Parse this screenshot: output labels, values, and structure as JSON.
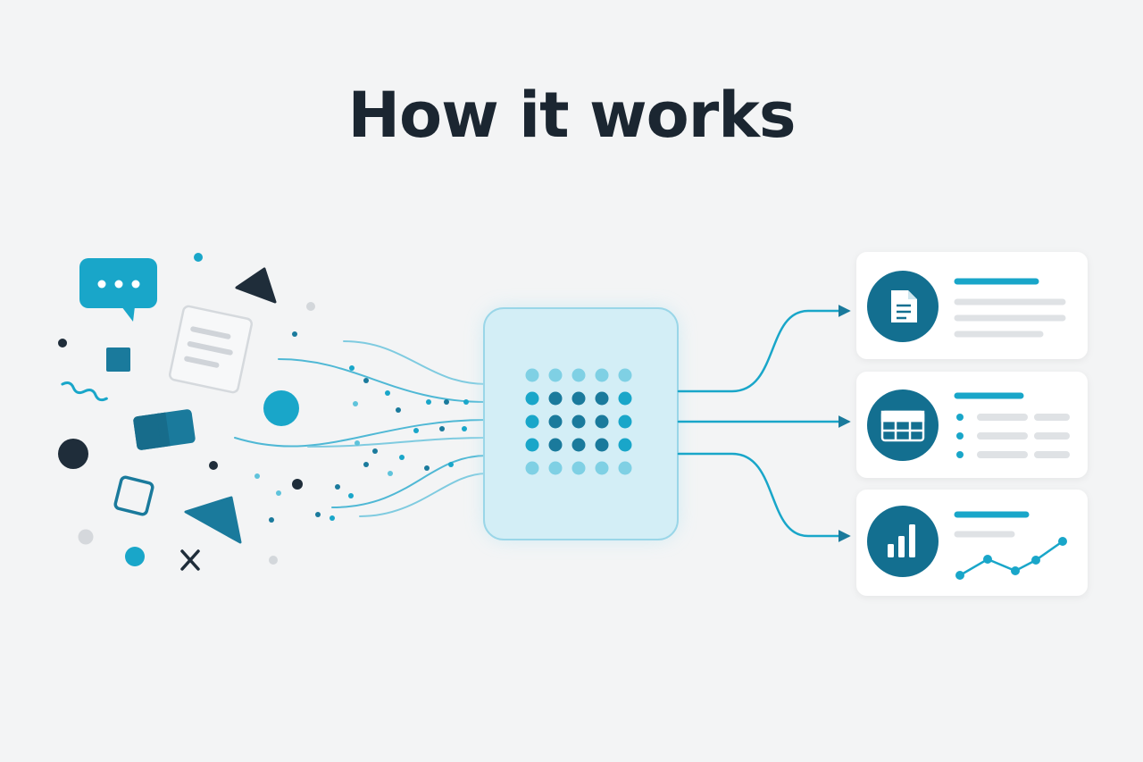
{
  "header": {
    "title": "How it works"
  },
  "colors": {
    "background": "#f3f4f5",
    "title": "#1b2631",
    "dark_navy": "#1f2d3a",
    "teal": "#1a7a9c",
    "cyan": "#19a6c9",
    "light_cyan": "#5fc3db",
    "gray": "#d8dbdf",
    "card": "#ffffff",
    "processor_fill": "#d3eef6",
    "processor_stroke": "#9ad6e8"
  },
  "inputs": {
    "icons": [
      "chat-bubble-icon",
      "document-icon",
      "triangle-icon",
      "square-icon",
      "circle-icon",
      "squiggle-icon",
      "rounded-rectangle-icon",
      "outlined-square-icon",
      "cross-icon"
    ]
  },
  "processor": {
    "icon": "dot-grid-icon",
    "grid_rows": 5,
    "grid_cols": 5
  },
  "outputs": [
    {
      "id": "document",
      "icon": "document-icon",
      "content": "text-lines"
    },
    {
      "id": "table",
      "icon": "table-icon",
      "content": "list-rows"
    },
    {
      "id": "chart",
      "icon": "bar-chart-icon",
      "content": "line-sparkline"
    }
  ]
}
